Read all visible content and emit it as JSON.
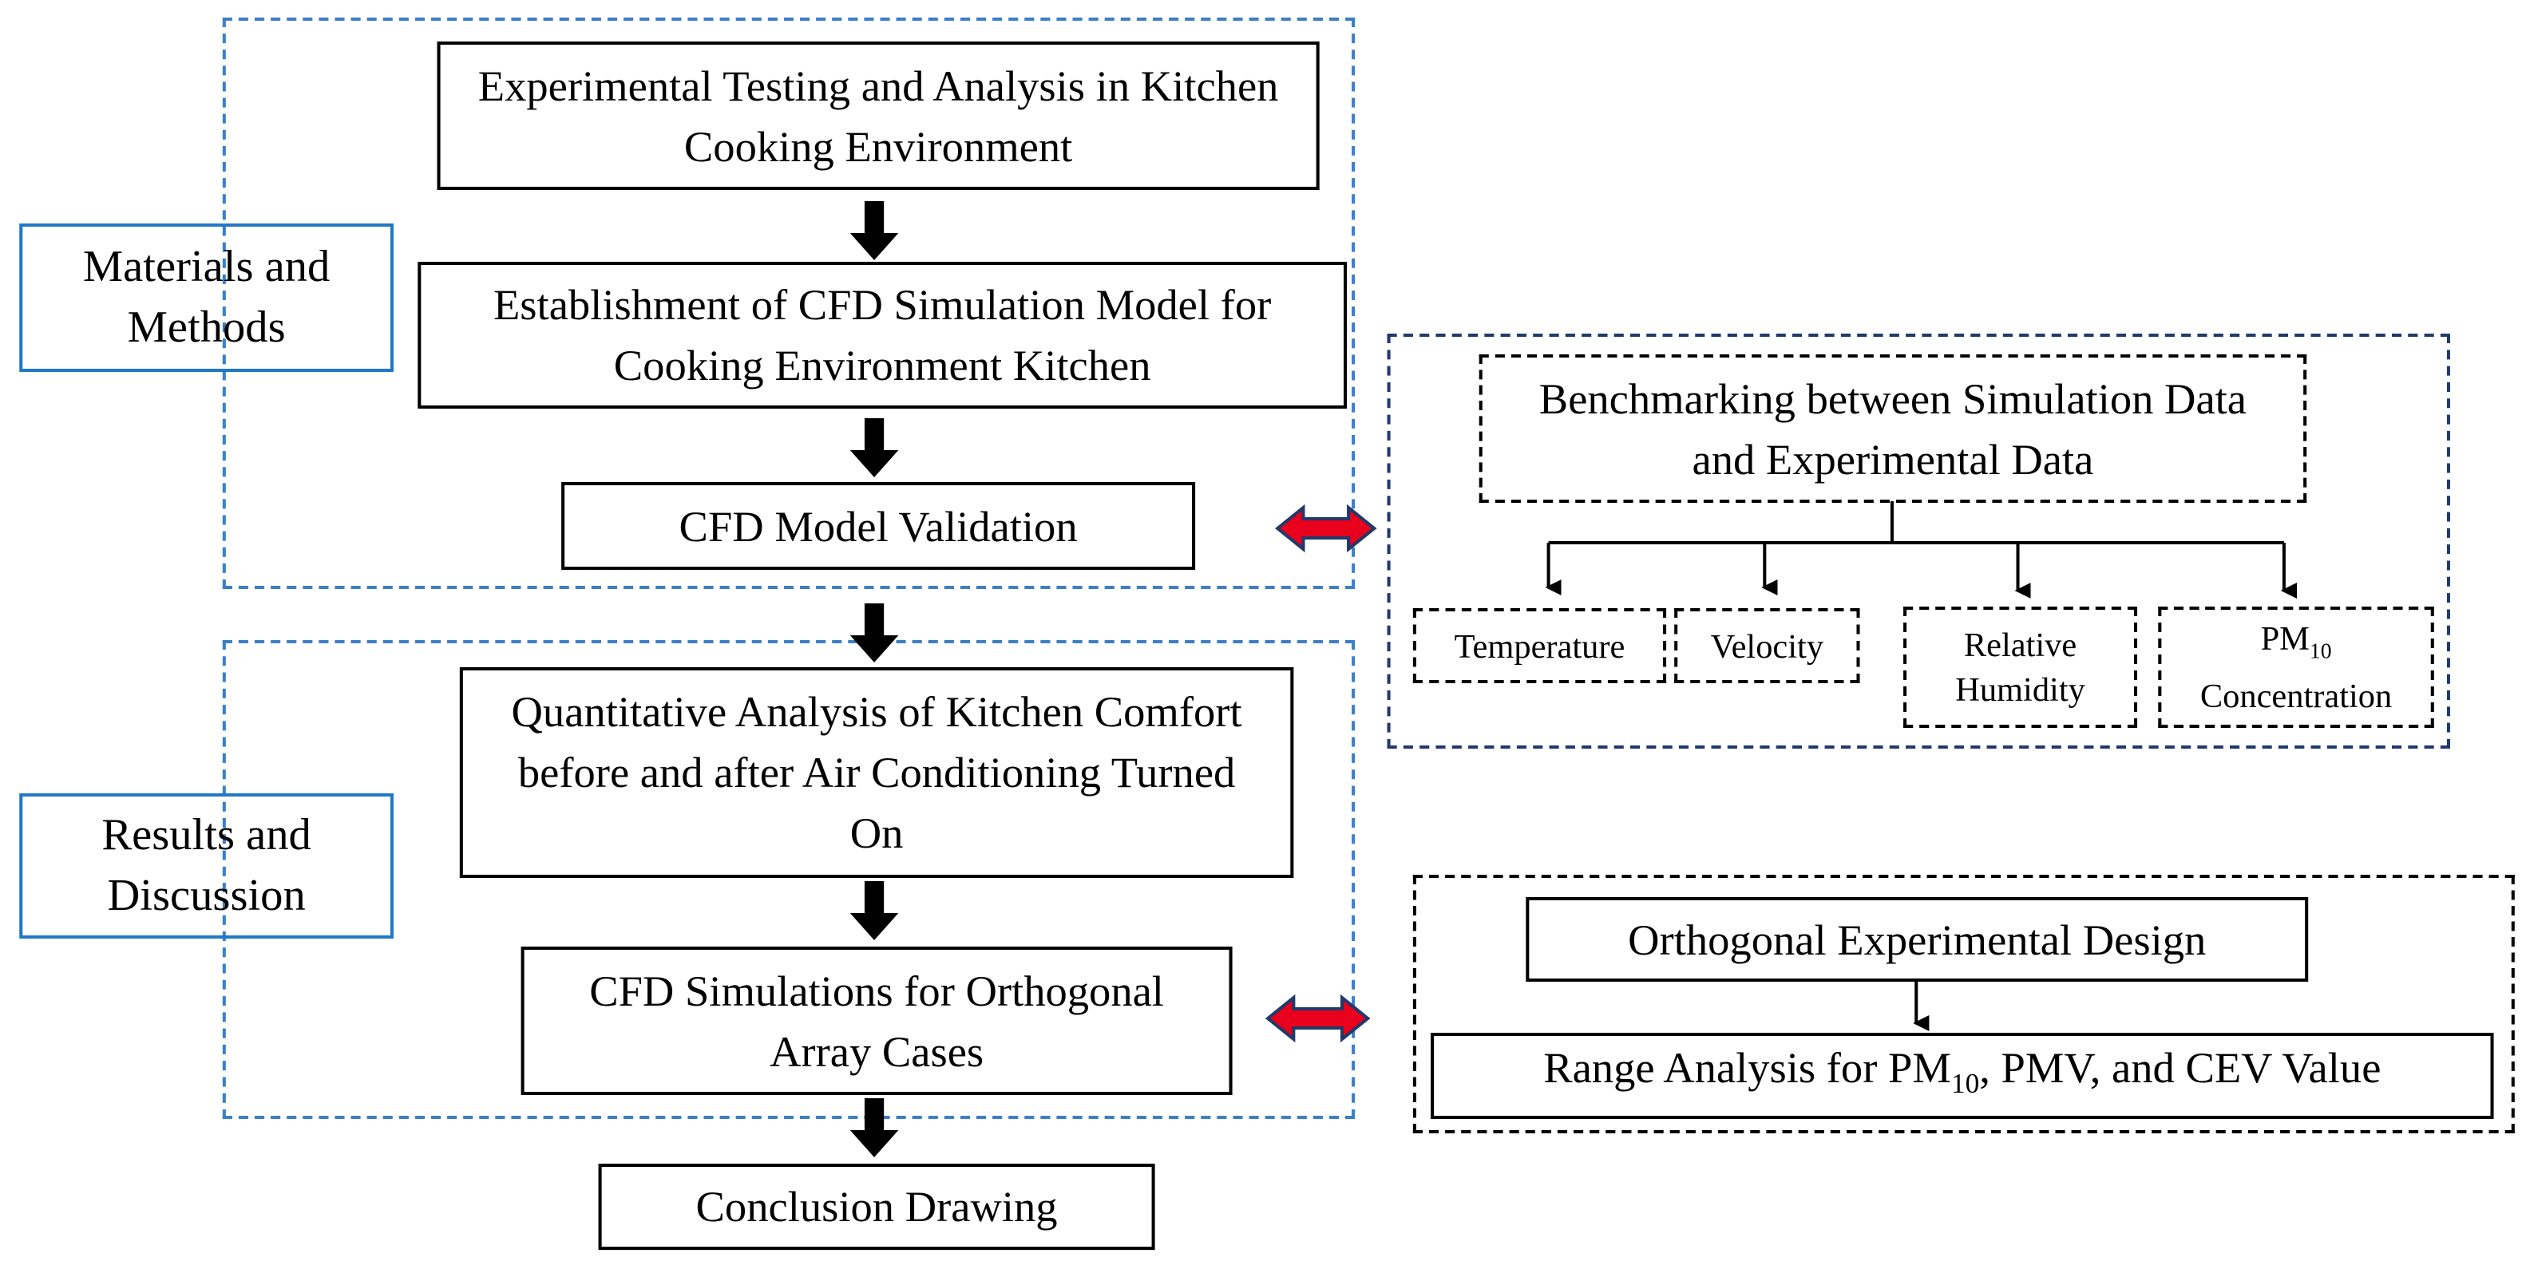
{
  "sections": {
    "materials": "Materials and Methods",
    "results": "Results and Discussion"
  },
  "flow": {
    "step1": "Experimental Testing and Analysis in Kitchen Cooking Environment",
    "step2": "Establishment of CFD Simulation Model for Cooking Environment Kitchen",
    "step3": "CFD Model Validation",
    "step4": "Quantitative Analysis of Kitchen Comfort before and after Air Conditioning Turned On",
    "step5": "CFD Simulations for Orthogonal Array Cases",
    "step6": "Conclusion Drawing"
  },
  "validation": {
    "benchmark": "Benchmarking between Simulation Data and Experimental Data",
    "params": {
      "temperature": "Temperature",
      "velocity": "Velocity",
      "humidity": "Relative Humidity",
      "pm_main": "PM",
      "pm_sub": "10",
      "pm_label": "Concentration"
    }
  },
  "orthogonal": {
    "design": "Orthogonal Experimental Design",
    "range_prefix": "Range Analysis for PM",
    "range_sub": "10",
    "range_suffix": ", PMV, and CEV Value"
  },
  "colors": {
    "section_border": "#1f78c8",
    "group_blue": "#3d7fc4",
    "group_navy": "#1f3a6b",
    "double_arrow_fill": "#e8001c",
    "double_arrow_edge": "#1f3a6b"
  }
}
